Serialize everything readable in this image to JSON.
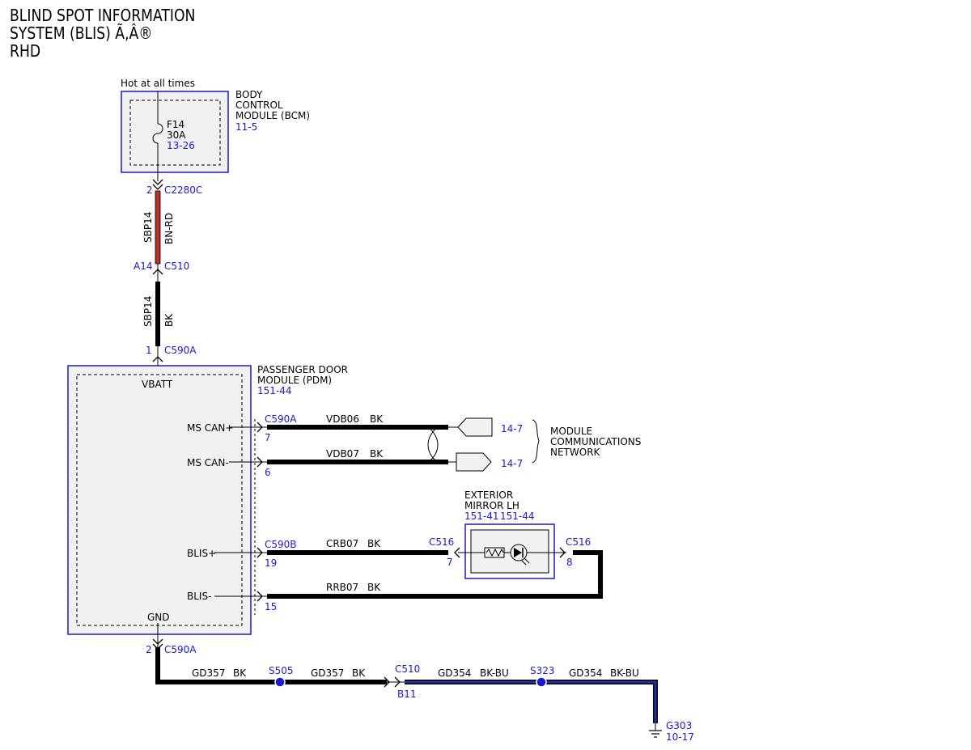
{
  "title": {
    "line1": "BLIND SPOT INFORMATION",
    "line2": "SYSTEM (BLIS) Ã‚Â®",
    "line3": "RHD"
  },
  "colors": {
    "module_border": "#1a1acc",
    "ref_text": "#1a1acc",
    "wire_black": "#000000",
    "wire_bn_rd": "#b5332a",
    "wire_bk_bu": "#1f2fa8",
    "module_fill": "#f1f1f1"
  },
  "bcm": {
    "supply_label": "Hot at all times",
    "name_line1": "BODY",
    "name_line2": "CONTROL",
    "name_line3": "MODULE (BCM)",
    "ref": "11-5",
    "fuse_name": "F14",
    "fuse_rating": "30A",
    "fuse_ref": "13-26"
  },
  "conn_c2280c": {
    "pin": "2",
    "name": "C2280C"
  },
  "wire_sbp14_upper": {
    "circuit": "SBP14",
    "color": "BN-RD"
  },
  "conn_c510_top": {
    "pin": "A14",
    "name": "C510"
  },
  "wire_sbp14_lower": {
    "circuit": "SBP14",
    "color": "BK"
  },
  "conn_c590a_top": {
    "pin": "1",
    "name": "C590A"
  },
  "pdm": {
    "name_line1": "PASSENGER DOOR",
    "name_line2": "MODULE (PDM)",
    "ref": "151-44",
    "vbatt": "VBATT",
    "ms_can_plus": "MS CAN+",
    "ms_can_minus": "MS CAN-",
    "blis_plus": "BLIS+",
    "blis_minus": "BLIS-",
    "gnd": "GND"
  },
  "can_wires": {
    "connector": "C590A",
    "pin_plus": "7",
    "pin_minus": "6",
    "circuit_plus": "VDB06",
    "color_plus": "BK",
    "circuit_minus": "VDB07",
    "color_minus": "BK",
    "ref_plus": "14-7",
    "ref_minus": "14-7"
  },
  "network": {
    "line1": "MODULE",
    "line2": "COMMUNICATIONS",
    "line3": "NETWORK"
  },
  "mirror": {
    "name_line1": "EXTERIOR",
    "name_line2": "MIRROR LH",
    "ref1": "151-41",
    "ref2": "151-44",
    "conn_left": "C516",
    "pin_left": "7",
    "conn_right": "C516",
    "pin_right": "8"
  },
  "blis_wires": {
    "connector": "C590B",
    "pin_plus": "19",
    "pin_minus": "15",
    "circuit_plus": "CRB07",
    "color_plus": "BK",
    "circuit_minus": "RRB07",
    "color_minus": "BK"
  },
  "ground": {
    "conn_pin": "2",
    "conn_name": "C590A",
    "wire1_circuit": "GD357",
    "wire1_color": "BK",
    "splice1": "S505",
    "wire2_circuit": "GD357",
    "wire2_color": "BK",
    "inline_conn": "C510",
    "inline_pin": "B11",
    "wire3_circuit": "GD354",
    "wire3_color": "BK-BU",
    "splice2": "S323",
    "wire4_circuit": "GD354",
    "wire4_color": "BK-BU",
    "ground_name": "G303",
    "ground_ref": "10-17"
  }
}
